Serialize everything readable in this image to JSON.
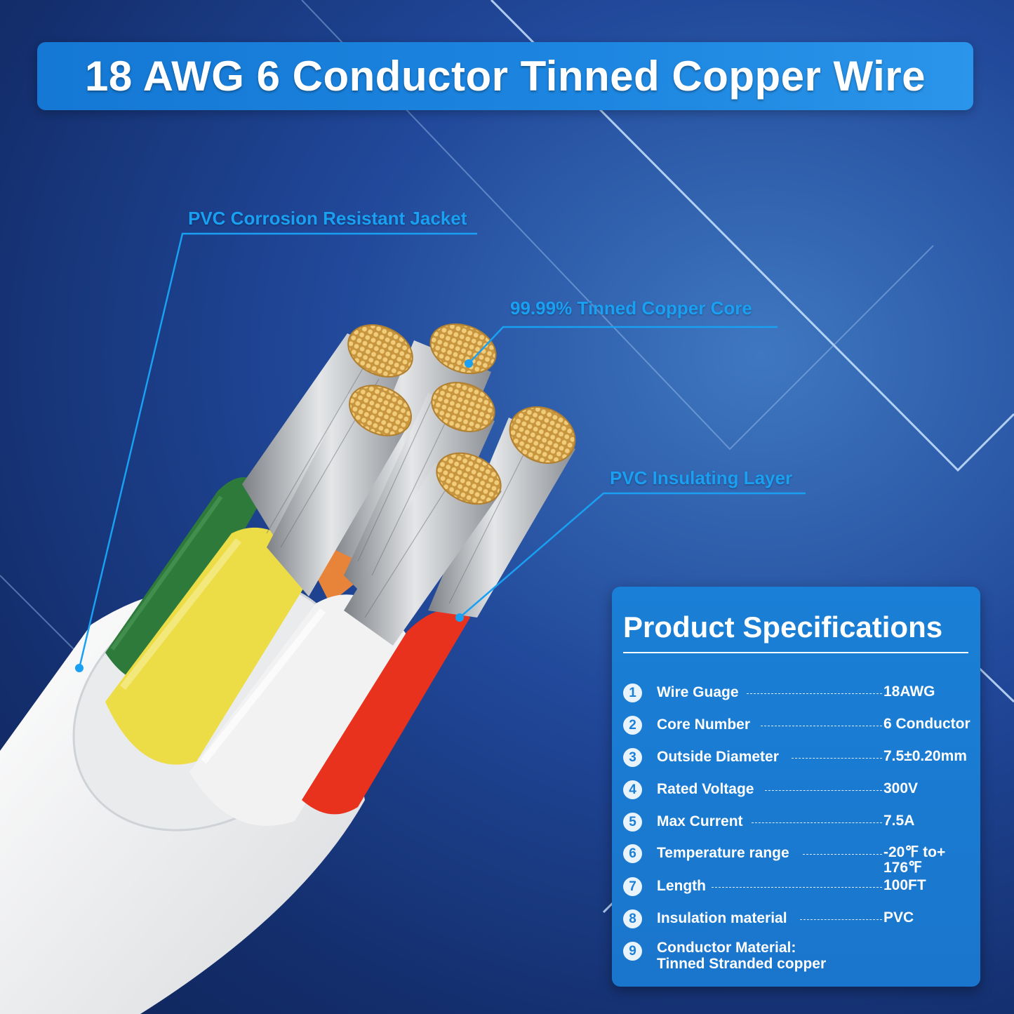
{
  "title": "18 AWG 6 Conductor Tinned Copper Wire",
  "callouts": {
    "jacket": "PVC Corrosion Resistant Jacket",
    "core": "99.99% Tinned Copper Core",
    "insulation": "PVC Insulating Layer"
  },
  "colors": {
    "accent": "#1aa0f2",
    "title_bar": "#1a80da",
    "card": "#1a7bd2",
    "wire_green": "#2d7a3a",
    "wire_yellow": "#ecdc45",
    "wire_white": "#f0f0f0",
    "wire_red": "#e8321e",
    "wire_orange": "#e8843a",
    "copper": "#d9a850"
  },
  "specs": {
    "title": "Product Specifications",
    "items": [
      {
        "num": "1",
        "label": "Wire Guage",
        "value": "18AWG"
      },
      {
        "num": "2",
        "label": "Core Number",
        "value": "6 Conductor"
      },
      {
        "num": "3",
        "label": "Outside Diameter",
        "value": "7.5±0.20mm"
      },
      {
        "num": "4",
        "label": "Rated Voltage",
        "value": "300V"
      },
      {
        "num": "5",
        "label": "Max Current",
        "value": "7.5A"
      },
      {
        "num": "6",
        "label": "Temperature range",
        "value": "-20℉ to+ 176℉"
      },
      {
        "num": "7",
        "label": "Length",
        "value": "100FT"
      },
      {
        "num": "8",
        "label": "Insulation material",
        "value": "PVC"
      },
      {
        "num": "9",
        "label": "Conductor Material:",
        "value": "Tinned Stranded copper"
      }
    ]
  }
}
